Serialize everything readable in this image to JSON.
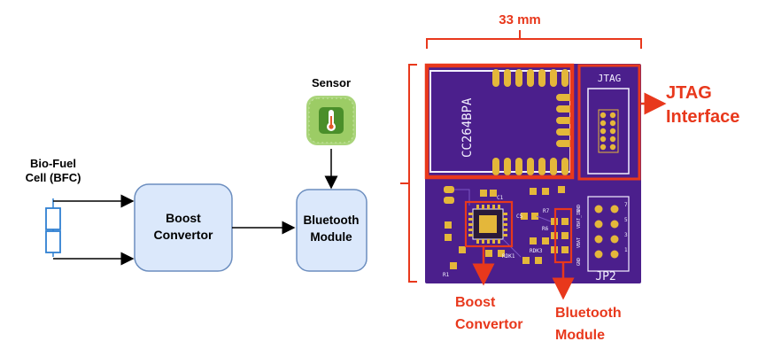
{
  "block_diagram": {
    "bfc_label_line1": "Bio-Fuel",
    "bfc_label_line2": "Cell (BFC)",
    "boost_line1": "Boost",
    "boost_line2": "Convertor",
    "bt_line1": "Bluetooth",
    "bt_line2": "Module",
    "sensor_label": "Sensor"
  },
  "pcb": {
    "dimension": "33 mm",
    "chip_label": "CC264BPA",
    "jtag_silk": "JTAG",
    "jp2_silk": "JP2",
    "silk_labels": [
      "C1",
      "C5",
      "R7",
      "R6",
      "RDK1",
      "RDK3",
      "R1",
      "GND",
      "VBAT",
      "VBAT_IN",
      "GND",
      "7",
      "5",
      "3",
      "1"
    ]
  },
  "callouts": {
    "jtag_line1": "JTAG",
    "jtag_line2": "Interface",
    "boost_line1": "Boost",
    "boost_line2": "Convertor",
    "bt_line1": "Bluetooth",
    "bt_line2": "Module"
  },
  "colors": {
    "block_fill": "#dbe8fb",
    "block_stroke": "#6c8ebf",
    "sensor_bg": "#9ccc65",
    "sensor_icon": "#4a8f2a",
    "pcb_purple": "#4b1f8c",
    "pcb_light": "#f3f0ff",
    "pad_gold": "#e4b73a",
    "annot_red": "#e8381c"
  }
}
